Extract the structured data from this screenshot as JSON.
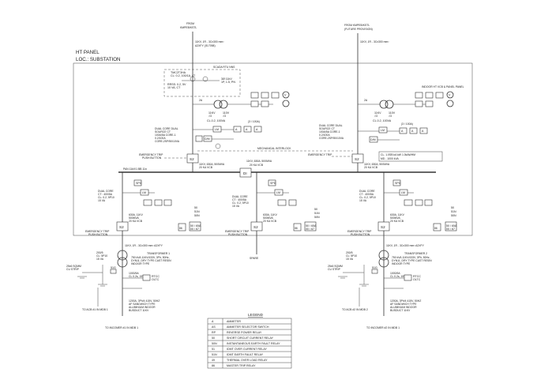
{
  "title": {
    "line1": "HT PANEL",
    "line2": "LOC.: SUBSTATION"
  },
  "sources": {
    "left": [
      "FROM",
      "KMPEB/KSTL"
    ],
    "right": [
      "FROM KMPEB/KSTL",
      "(FUTURE PROVISION)"
    ]
  },
  "incoming_cable": [
    "11KV, 1R - 3Cx300 mm²",
    "A2XFY (IS:7098)"
  ],
  "scada_label": "SCADA RTU NNS",
  "scada_ct": [
    "TMC2T3HA",
    "CL: 0.2, 100/1A, 4T"
  ],
  "scada_rts": [
    "RRSS: 0.2, 5V",
    "10 VA, CT"
  ],
  "scada_ph": [
    "3Ø 11kV",
    "1P, 1.5, PN"
  ],
  "indoor_vcb": "INDOOR HT VCB & PANEL PANEL",
  "pt": {
    "label_left": "2A",
    "ratio": [
      "11KV",
      "110V"
    ],
    "ratio_b": [
      "√3",
      "√3"
    ],
    "cl": "CL.0.2, 100VA"
  },
  "meters": {
    "A": "A",
    "V": "V",
    "kWh": "kWh",
    "MFM": "MFM"
  },
  "ct_label_left": "(3 / 100A)",
  "relay_lm": "LM",
  "relay_fr": "FR",
  "relay_dm": "D/M",
  "dual_ct_incomer": [
    "DUAL CORE DUAL",
    "SOURCE CT",
    "100A/5A CORE-1",
    "0.2/100A",
    "CORE-2SP/50/10VA"
  ],
  "emergency_trip": [
    "EMERGENCY TRIP",
    "PUSH BUTTON"
  ],
  "interlock": "MECHANICAL INTERLOCK",
  "incomer_vcb": [
    "11KV, 630A, 500MVA",
    "20 KA VCB"
  ],
  "incomer_vcb_r": [
    "11KV, 630A, 500MVA",
    "20 KA VCB"
  ],
  "busbar_label": "PAN 11kV/1 BB 11n",
  "bus_coupler": [
    "11KV, 630A, 500MVA",
    "20 KA VCB"
  ],
  "right_panel_note": [
    "CL. 1.0SB kA kW 1.0kAWHM",
    "MD - 1000 kVA"
  ],
  "feeder_ct": [
    "DUAL CORE",
    "CT : 400/5A",
    "CL: 0.2, 5P10",
    "15 VA"
  ],
  "feeder_vcb": [
    "630A, 11KV",
    "500MVA",
    "20 KA VCB"
  ],
  "spd": "SPD",
  "earth_box": [
    "50 / 65A",
    "00 / 67"
  ],
  "protection": [
    "50",
    "51N",
    "50N"
  ],
  "outgoing_cable": [
    "11KV, 1R - 3Cx300 mm² A2XFY"
  ],
  "spare": "SPARE",
  "transformer_left": [
    "TRANSFORMER 1",
    "750 kVA 11KV/433V, 3Ph, 50Hz,",
    "DYN11, DRY TYPE CAST RESIN",
    "INDOOR TYPE"
  ],
  "transformer_right": [
    "TRANSFORMER 2",
    "750 kVA 11KV/433V, 3Ph, 50Hz,",
    "DYN11, DRY TYPE CAST RESIN",
    "INDOOR TYPE"
  ],
  "neutral_ct": [
    "200/5",
    "CL: 5P10",
    "15 VA"
  ],
  "earth_strip": [
    "25x6 SQMM",
    "CU STRIP"
  ],
  "relay_small": [
    "51G",
    "64R"
  ],
  "ngr_ct": [
    "1000/5A",
    "CL 0.2s, 15VA"
  ],
  "rtcc": [
    "RTCC",
    "OLTC"
  ],
  "busduct": [
    "1200A, 3Ph/4 415V, 50HZ",
    "AF SANDWICH TYPE",
    "ALUMINIUM INDOOR",
    "BUSDUCT 11KV"
  ],
  "to_acb_left": "TO ACB #1 IN MDB 1",
  "to_acb_right": "TO ACB #2 IN MDB 2",
  "to_incomer_left": "TO INCOMER #1 IN MDB 1",
  "to_incomer_right": "TO INCOMER #2 IN MDB 1",
  "legend": {
    "title": "LEGEND",
    "rows": [
      {
        "sym": "A",
        "desc": "AMMETER"
      },
      {
        "sym": "AS",
        "desc": "AMMETER SELECTOR SWITCH"
      },
      {
        "sym": "RP",
        "desc": "REVERSE POWER RELAY"
      },
      {
        "sym": "50",
        "desc": "SHORT CIRCUIT CURRENT RELAY"
      },
      {
        "sym": "50N",
        "desc": "INSTANTANEOUS EARTH FAULT RELAY"
      },
      {
        "sym": "51",
        "desc": "IDMT OVER CURRENT RELAY"
      },
      {
        "sym": "51N",
        "desc": "IDMT EARTH FAULT RELAY"
      },
      {
        "sym": "49",
        "desc": "THERMAL OVER LOAD RELAY"
      },
      {
        "sym": "86",
        "desc": "MASTER TRIP RELAY"
      }
    ]
  }
}
